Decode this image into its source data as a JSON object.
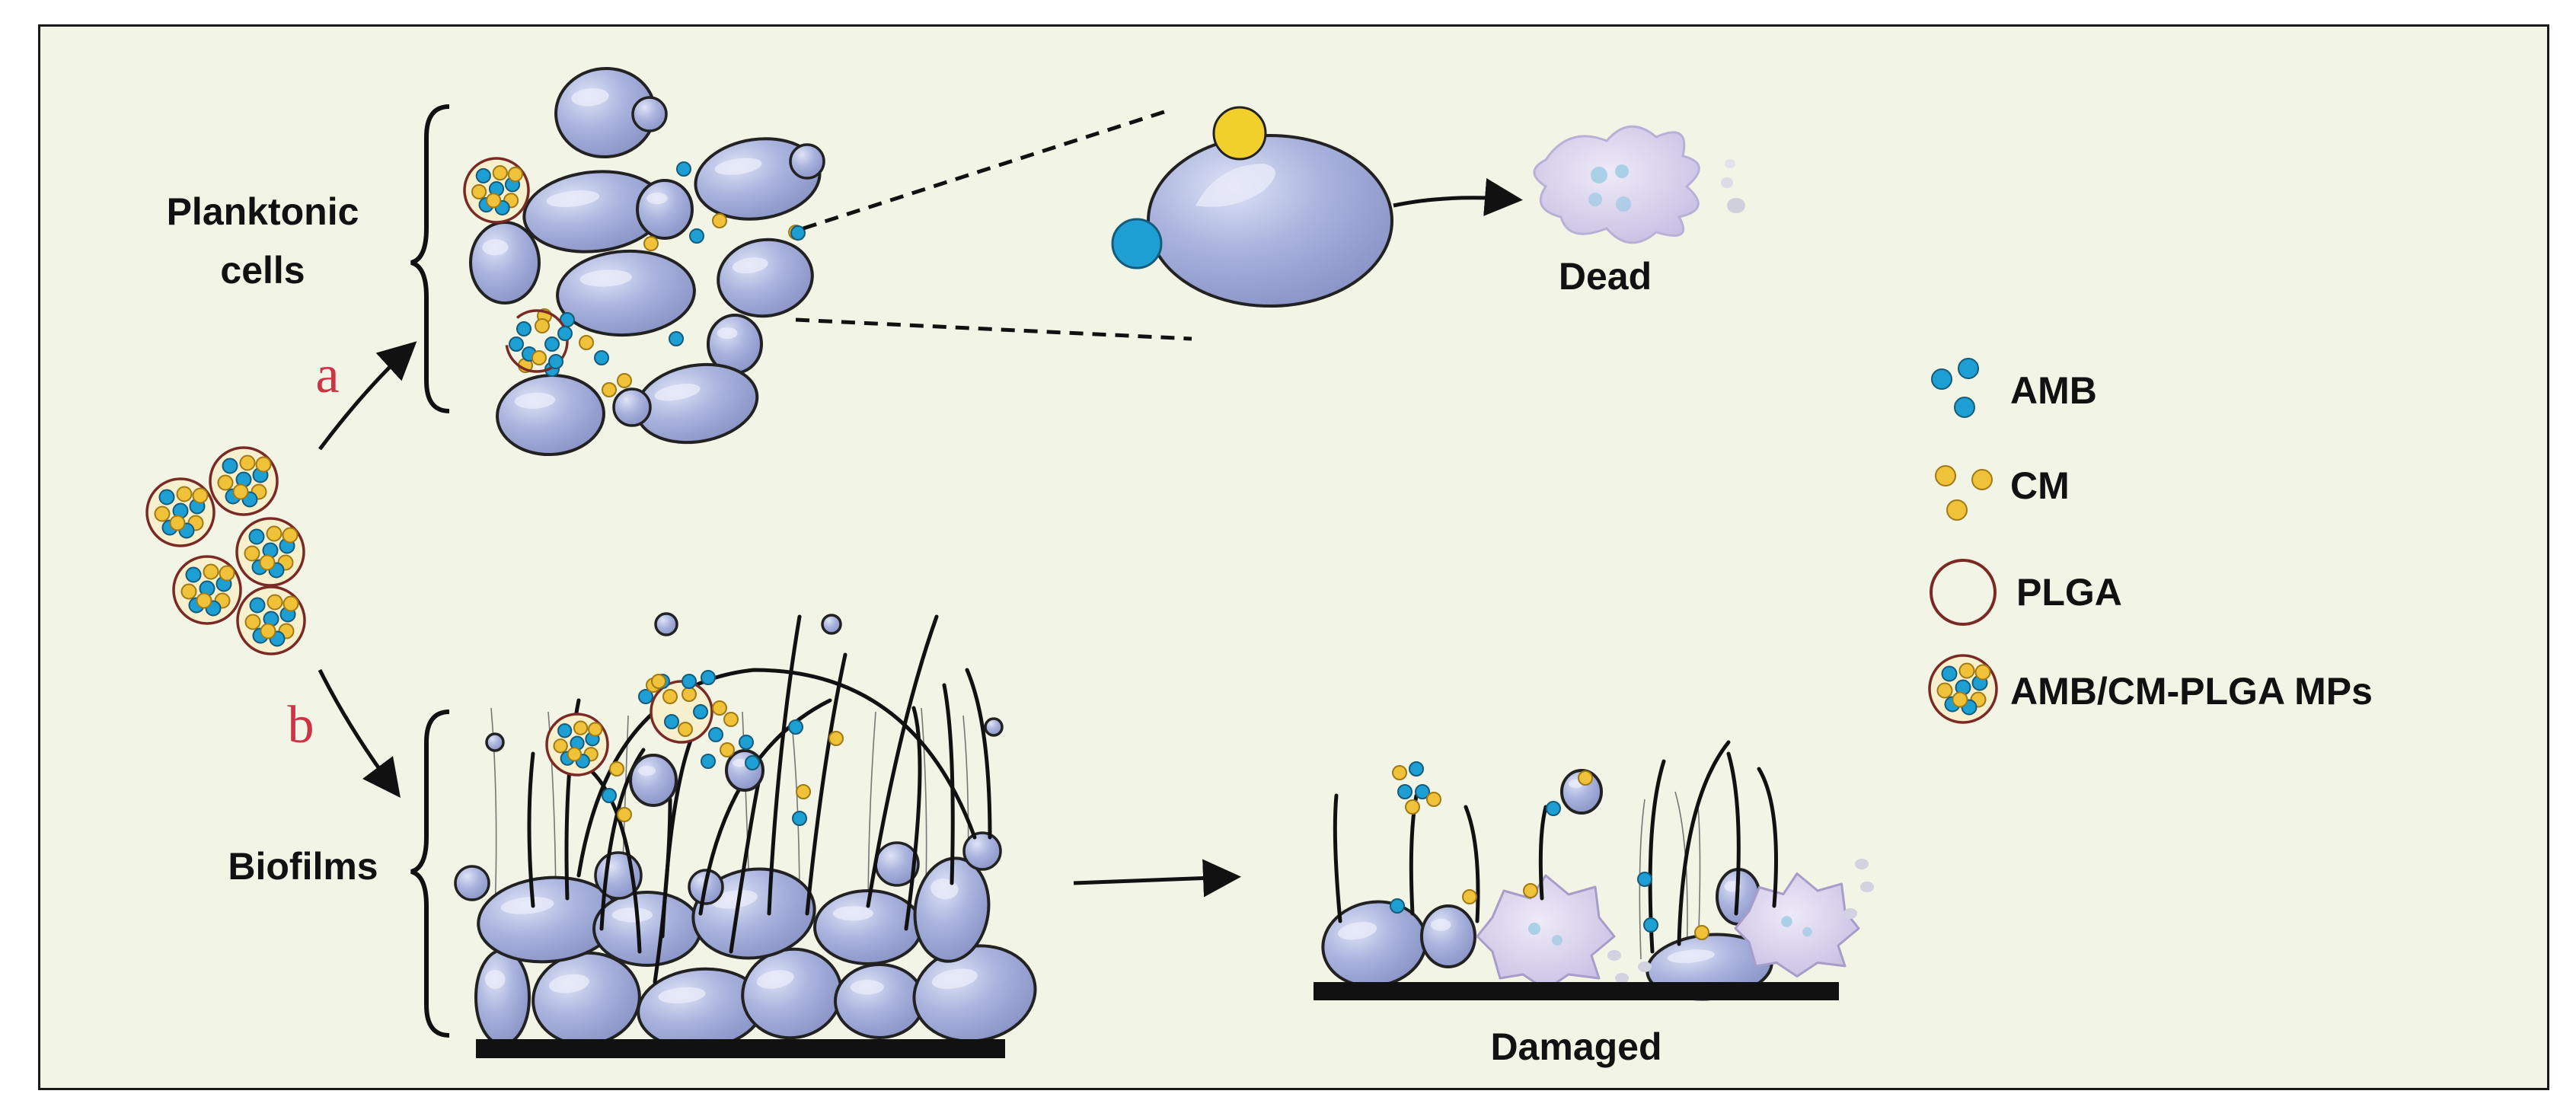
{
  "labels": {
    "planktonic": [
      "Planktonic",
      "cells"
    ],
    "dead": "Dead",
    "biofilms": "Biofilms",
    "damaged": "Damaged",
    "path_a": "a",
    "path_b": "b"
  },
  "legend": [
    {
      "label": "AMB",
      "icon": "amb-dots-icon"
    },
    {
      "label": "CM",
      "icon": "cm-dots-icon"
    },
    {
      "label": "PLGA",
      "icon": "plga-ring-icon"
    },
    {
      "label": "AMB/CM-PLGA  MPs",
      "icon": "microparticle-icon"
    }
  ],
  "colors": {
    "background": "#f2f4e6",
    "cell": "#a9b3dc",
    "cell_stroke": "#222222",
    "amb": "#1e9fd4",
    "cm": "#f0c23a",
    "plga": "#7a2a24",
    "dead_cell": "#cfc6e6",
    "label_red": "#cc3344"
  }
}
